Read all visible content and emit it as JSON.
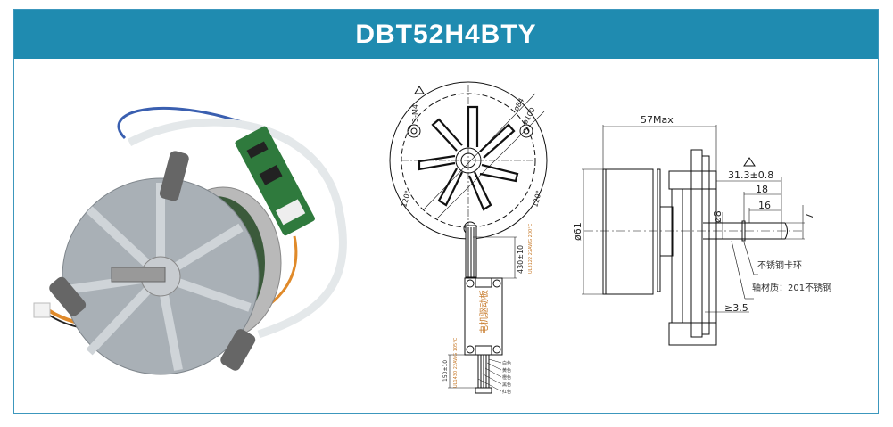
{
  "header": {
    "title": "DBT52H4BTY"
  },
  "front_view": {
    "hole_label": "3-M4",
    "dia_inner": "ø84",
    "dia_outer": "ø100",
    "angle_left": "120°",
    "angle_right": "120°",
    "lead_length": "430±10",
    "lead_wire_spec": "UL3122 22AWG 200°C",
    "board_label": "电机驱动板",
    "output_lead_length": "150±10",
    "output_wire_spec": "UL1430 22AWG 105°C",
    "wire_colors": [
      "白色",
      "黄色",
      "橙色",
      "黑色",
      "红色"
    ]
  },
  "side_view": {
    "overall_length": "57Max",
    "diameter": "ø61",
    "shaft_extension": "31.3±0.8",
    "dim_18": "18",
    "dim_16": "16",
    "flat": "7",
    "shaft_dia": "ø8",
    "fan_gap": "≥3.5",
    "clip_note": "不锈钢卡环",
    "shaft_material": "轴材质：201不锈钢"
  }
}
